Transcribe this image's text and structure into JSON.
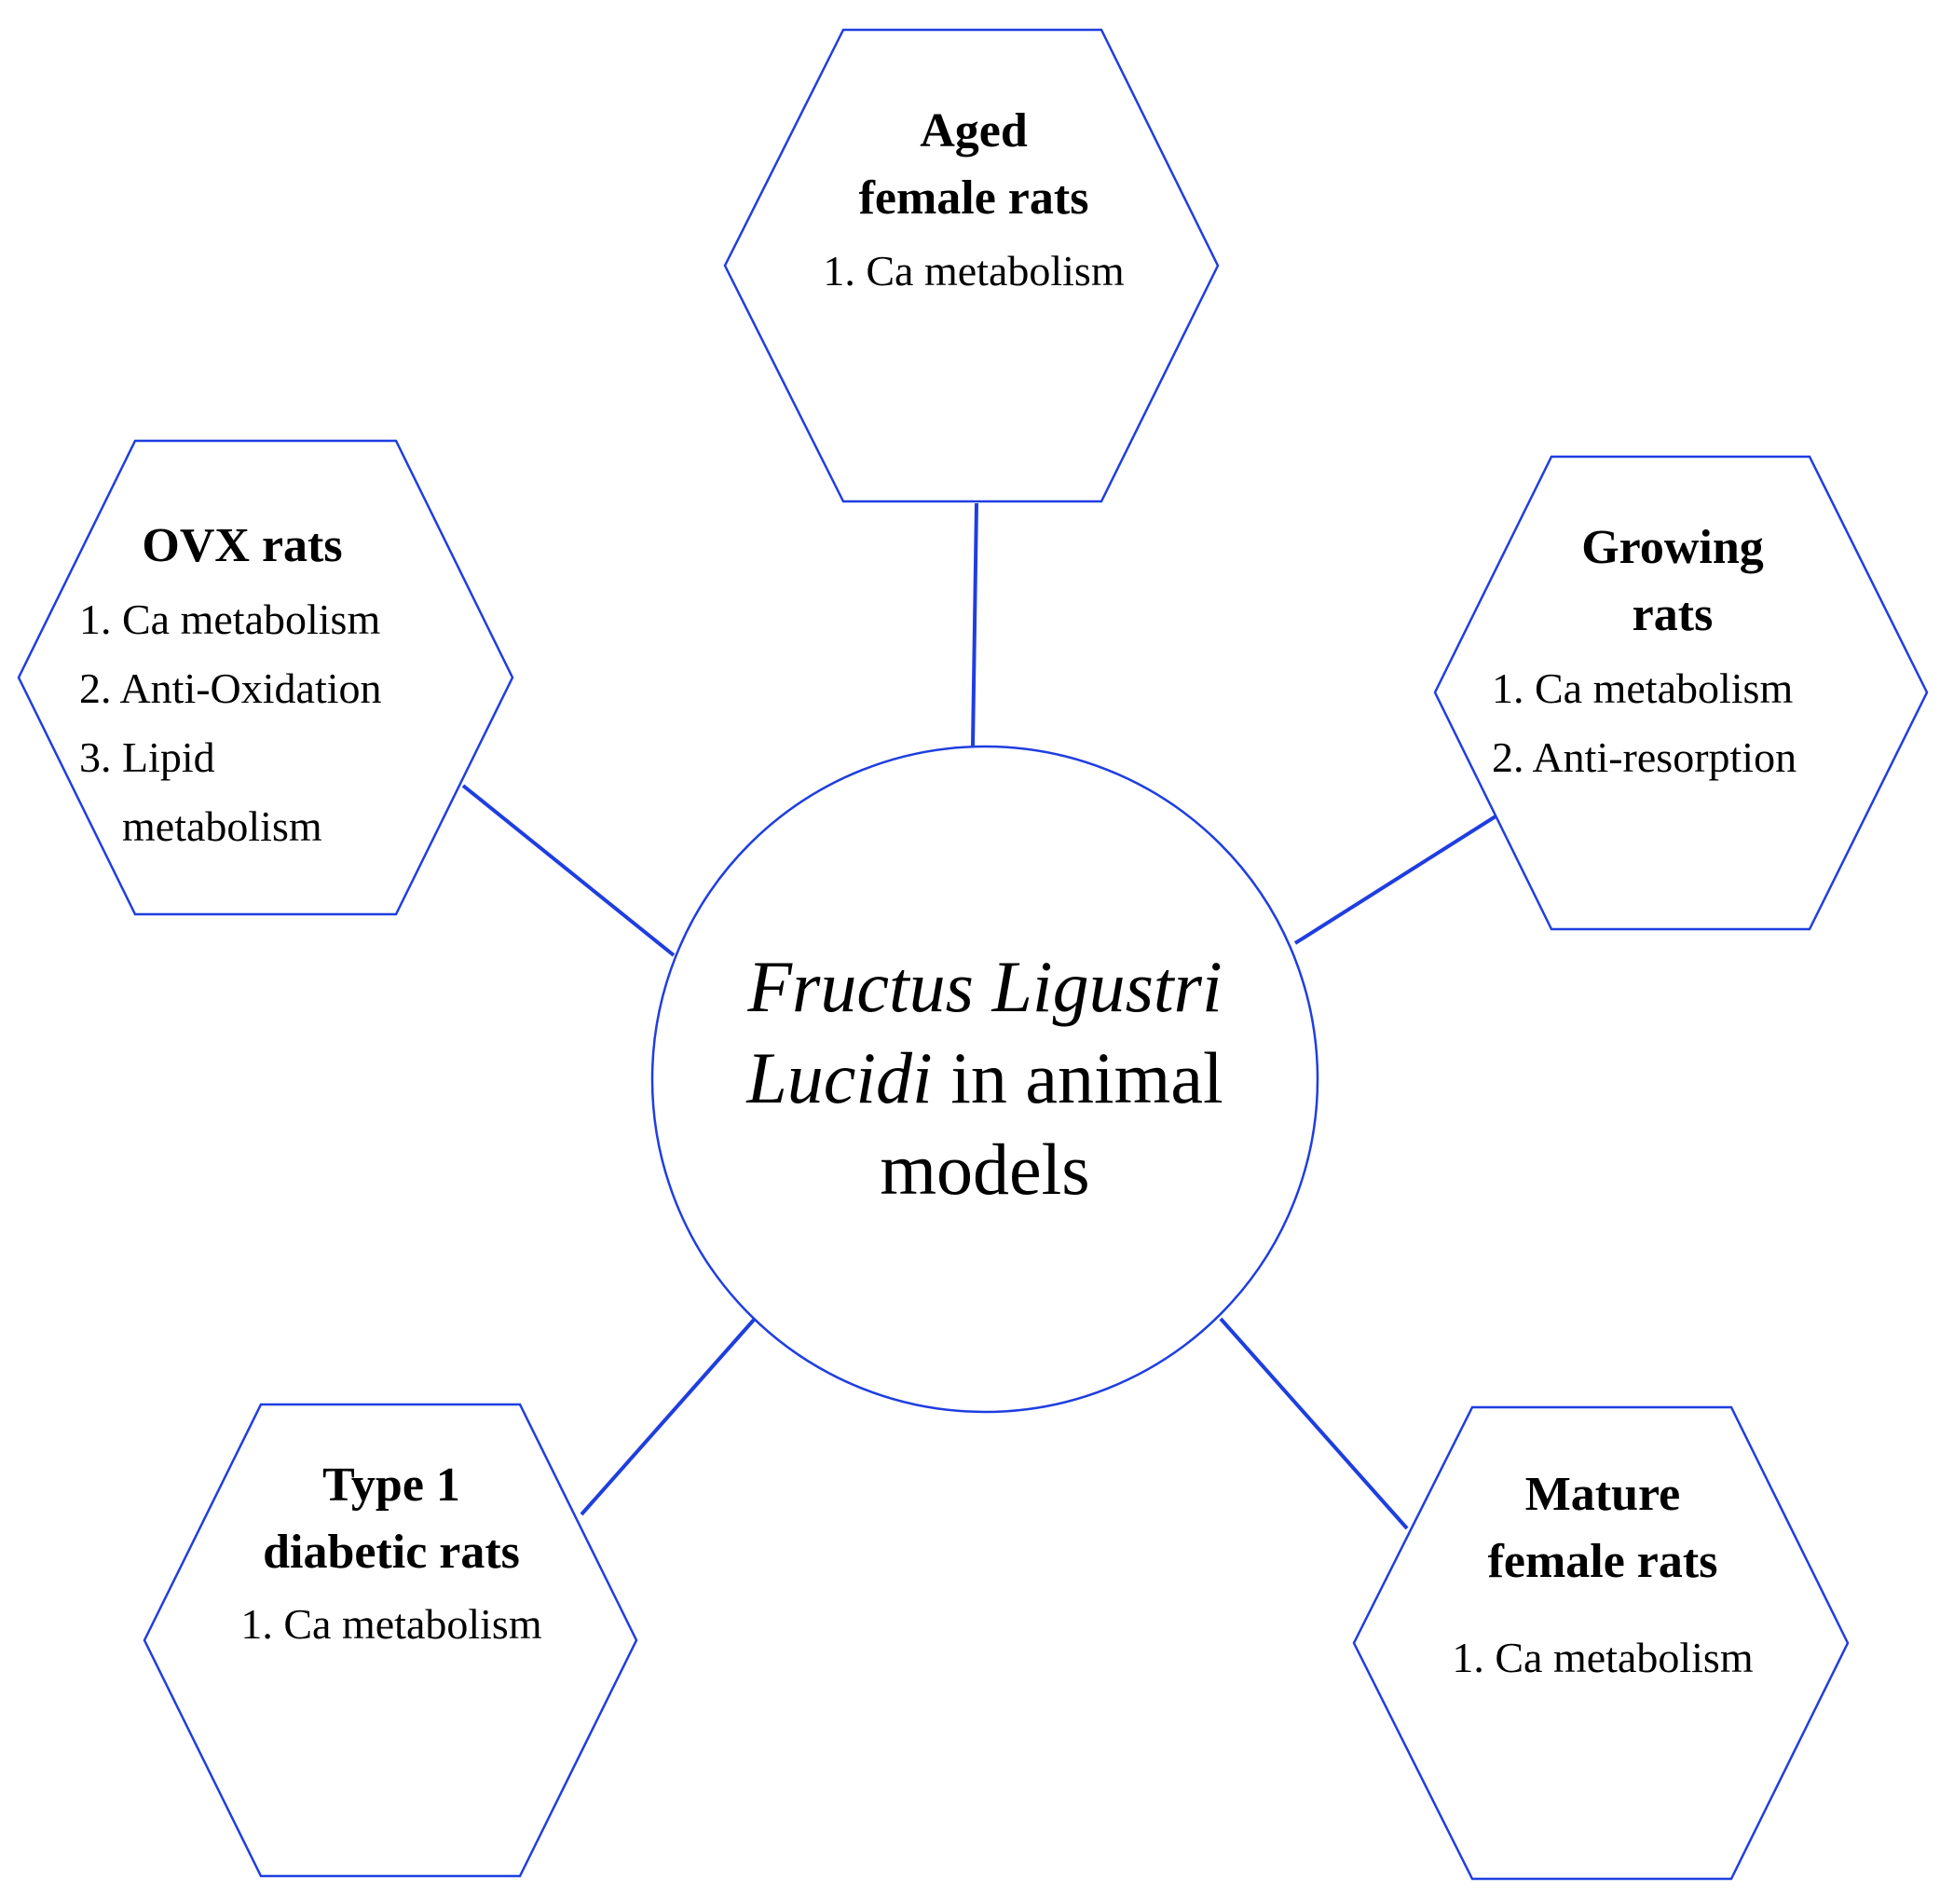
{
  "colors": {
    "stroke": "#1f3ee0",
    "text": "#000000",
    "background": "#ffffff"
  },
  "center": {
    "label_italic_1": "Fructus Ligustri",
    "label_italic_2": "Lucidi",
    "label_rest_2": " in animal",
    "label_line_3": "models"
  },
  "nodes": {
    "aged": {
      "title_1": "Aged",
      "title_2": "female rats",
      "items": [
        "1. Ca metabolism"
      ]
    },
    "ovx": {
      "title_1": "OVX rats",
      "items": [
        "1. Ca metabolism",
        "2.  Anti-Oxidation",
        "3. Lipid",
        "    metabolism"
      ]
    },
    "growing": {
      "title_1": "Growing",
      "title_2": "rats",
      "items": [
        "1. Ca metabolism",
        "2. Anti-resorption"
      ]
    },
    "type1": {
      "title_1": "Type 1",
      "title_2": "diabetic rats",
      "items": [
        "1. Ca metabolism"
      ]
    },
    "mature": {
      "title_1": "Mature",
      "title_2": "female rats",
      "items": [
        "1. Ca metabolism"
      ]
    }
  }
}
